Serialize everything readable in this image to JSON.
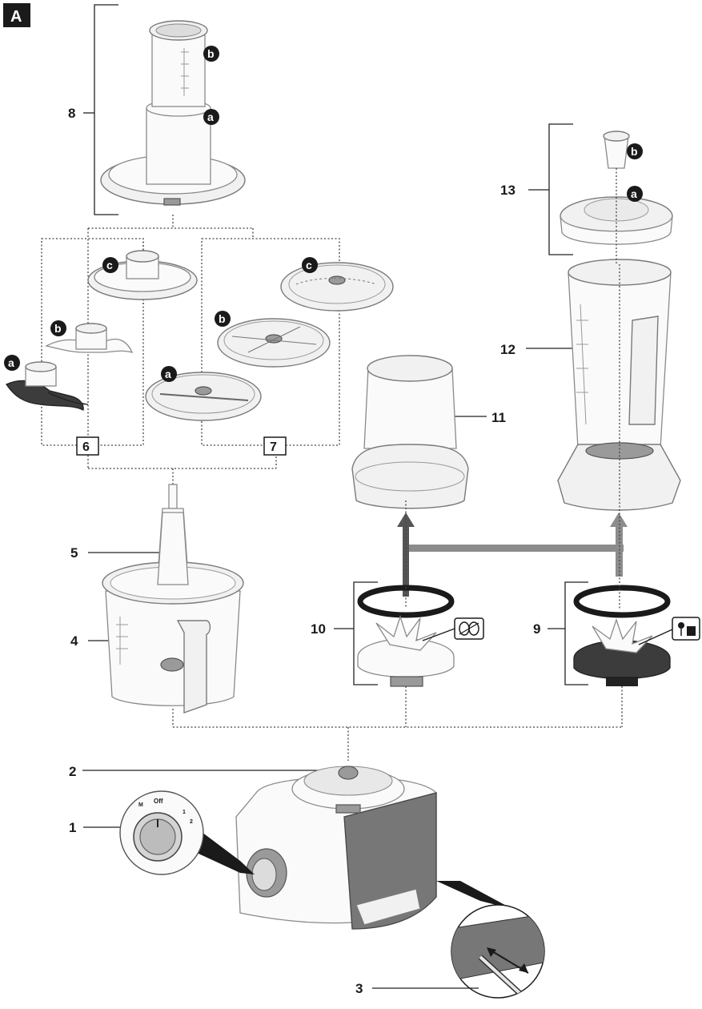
{
  "figure": {
    "label": "A"
  },
  "callouts": {
    "n1": "1",
    "n2": "2",
    "n3": "3",
    "n4": "4",
    "n5": "5",
    "n6": "6",
    "n7": "7",
    "n8": "8",
    "n9": "9",
    "n10": "10",
    "n11": "11",
    "n12": "12",
    "n13": "13"
  },
  "sub_labels": {
    "a": "a",
    "b": "b",
    "c": "c"
  },
  "knob": {
    "off": "Off",
    "m": "M",
    "one": "1",
    "two": "2"
  },
  "colors": {
    "ink": "#1a1a1a",
    "part_fill": "#f1f1f1",
    "dark_part": "#3c3c3c",
    "guide_arrow": "#8c8c8c"
  },
  "icons": [
    "ice-crush-symbol-icon",
    "herb-chop-symbol-icon"
  ]
}
